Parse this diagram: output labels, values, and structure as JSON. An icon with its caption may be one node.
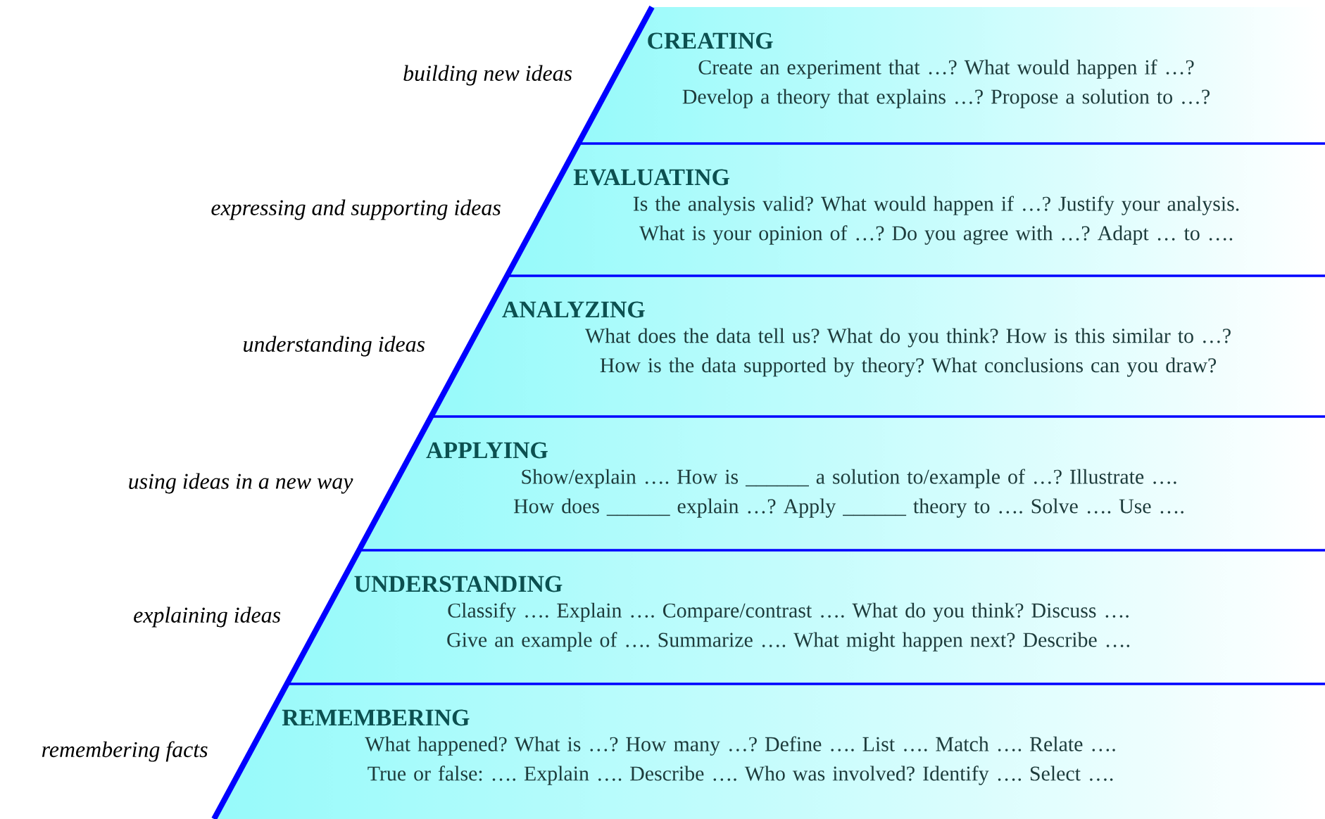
{
  "diagram": {
    "nodes": [
      {
        "text": [
          "CREATING",
          "Create an experiment that …? What would happen if …? Develop a theory that explains …? Propose a solution to …?"
        ],
        "beside": [
          "building new ideas"
        ]
      },
      {
        "text": [
          "EVALUATING",
          "Is the analysis valid? What would happen if …? Justify your analysis. What is your opinion of …? Do you agree with …? Adapt … to …."
        ],
        "beside": [
          "expressing and supporting ideas"
        ]
      },
      {
        "text": [
          "ANALYZING",
          "What does the data tell us? What do you think? How is this similar to …? How is the data supported by theory? What conclusions can you draw?"
        ],
        "beside": [
          "understanding ideas"
        ]
      },
      {
        "text": [
          "APPLYING",
          "Show/explain …. How is ______ a solution to/example of …? Illustrate …. How does ______ explain …? Apply ______ theory to …. Solve …. Use …."
        ],
        "beside": [
          "using ideas in a new way"
        ]
      },
      {
        "text": [
          "UNDERSTANDING",
          "Classify …. Explain …. Compare/contrast …. What do you think? Discuss …. Give an example of …. Summarize …. What might happen next? Describe …."
        ],
        "beside": [
          "explaining ideas"
        ]
      },
      {
        "text": [
          "REMEMBERING",
          "What happened? What is …? How many …? Define …. List …. Match …. Relate …. True or false: …. Explain …. Describe …. Who was involved? Identify …. Select …."
        ],
        "beside": [
          "remembering facts"
        ]
      }
    ]
  }
}
